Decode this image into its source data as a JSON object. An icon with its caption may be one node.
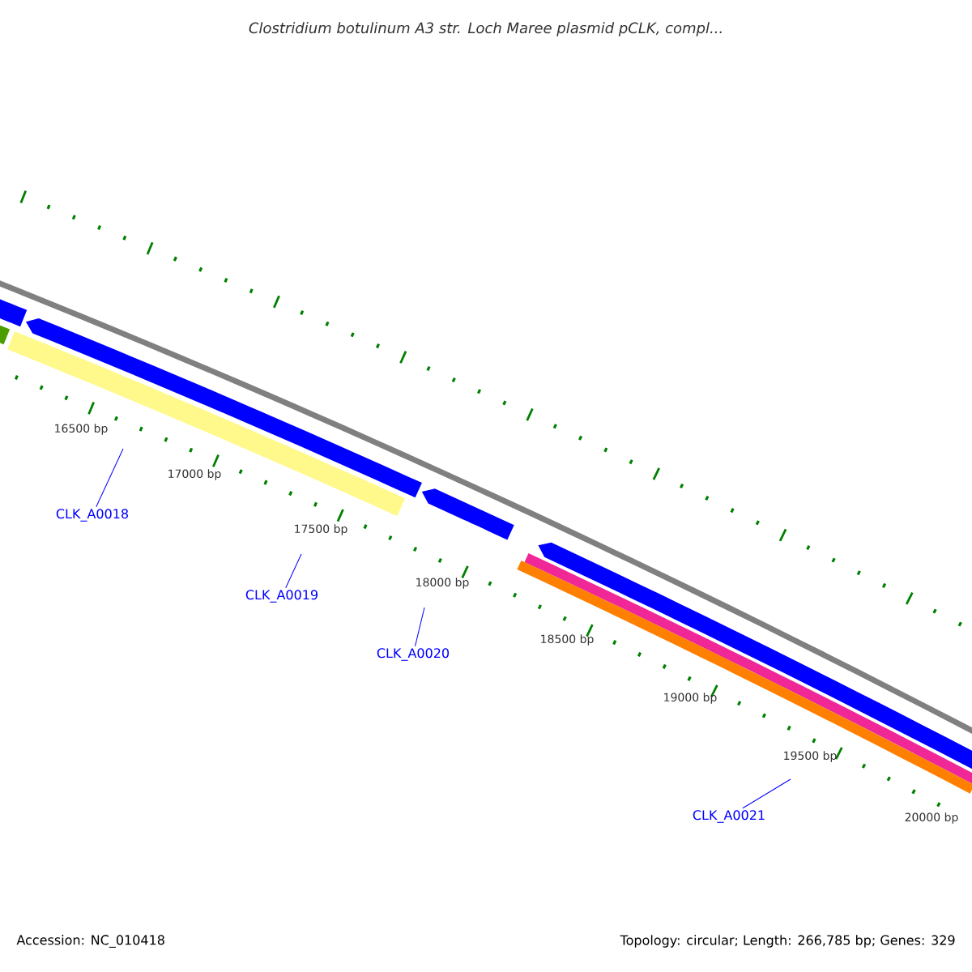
{
  "diagram": {
    "title": "Clostridium botulinum A3 str. Loch Maree plasmid pCLK, compl...",
    "nodes": [
      {
        "text": [
          "CLK_A0018"
        ]
      },
      {
        "text": [
          "CLK_A0019"
        ]
      },
      {
        "text": [
          "CLK_A0020"
        ]
      },
      {
        "text": [
          "CLK_A0021"
        ]
      }
    ],
    "edges": [
      {
        "from": 0,
        "to": null,
        "arrow": "none"
      },
      {
        "from": 1,
        "to": null,
        "arrow": "none"
      },
      {
        "from": 2,
        "to": null,
        "arrow": "none"
      },
      {
        "from": 3,
        "to": null,
        "arrow": "none"
      }
    ],
    "labels": [
      "16500 bp",
      "17000 bp",
      "17500 bp",
      "18000 bp",
      "18500 bp",
      "19000 bp",
      "19500 bp",
      "20000 bp",
      "Accession: NC_010418",
      "Topology: circular; Length: 266,785 bp; Genes: 329"
    ]
  }
}
